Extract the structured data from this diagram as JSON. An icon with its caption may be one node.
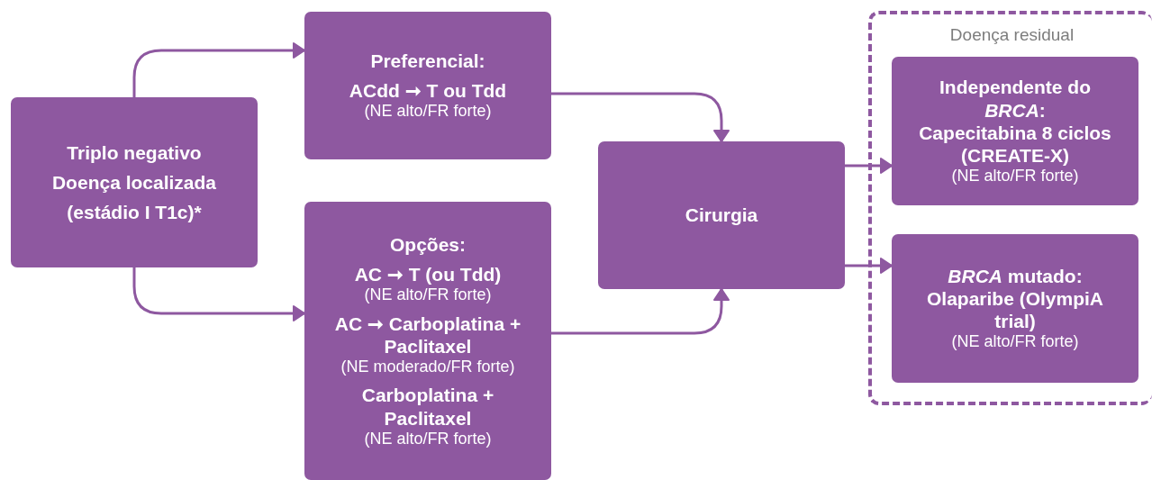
{
  "diagram": {
    "nodes": [
      {
        "text": [
          "Triplo negativo",
          "Doença localizada",
          "(estádio I T1c)*"
        ]
      },
      {
        "text": [
          "Preferencial:",
          "ACdd ➞ T ou Tdd",
          "(NE alto/FR forte)"
        ]
      },
      {
        "text": [
          "Opções:",
          "AC ➞ T (ou Tdd)",
          "(NE alto/FR forte)",
          "AC ➞ Carboplatina + Paclitaxel",
          "(NE moderado/FR forte)",
          "Carboplatina + Paclitaxel",
          "(NE alto/FR forte)"
        ]
      },
      {
        "text": [
          "Cirurgia"
        ]
      },
      {
        "text": [
          "Doença residual"
        ]
      },
      {
        "text": [
          "Independente do *BRCA*:",
          "Capecitabina 8 ciclos (CREATE-X)",
          "(NE alto/FR forte)"
        ],
        "in": 4
      },
      {
        "text": [
          "*BRCA* mutado:",
          "Olaparibe (OlympiA trial)",
          "(NE alto/FR forte)"
        ],
        "in": 4
      }
    ],
    "edges": [
      {
        "from": 0,
        "to": 1,
        "arrow": "to"
      },
      {
        "from": 0,
        "to": 2,
        "arrow": "to"
      },
      {
        "from": 1,
        "to": 3,
        "arrow": "to"
      },
      {
        "from": 2,
        "to": 3,
        "arrow": "to"
      },
      {
        "from": 3,
        "to": 5,
        "arrow": "to"
      },
      {
        "from": 3,
        "to": 6,
        "arrow": "to"
      }
    ]
  }
}
